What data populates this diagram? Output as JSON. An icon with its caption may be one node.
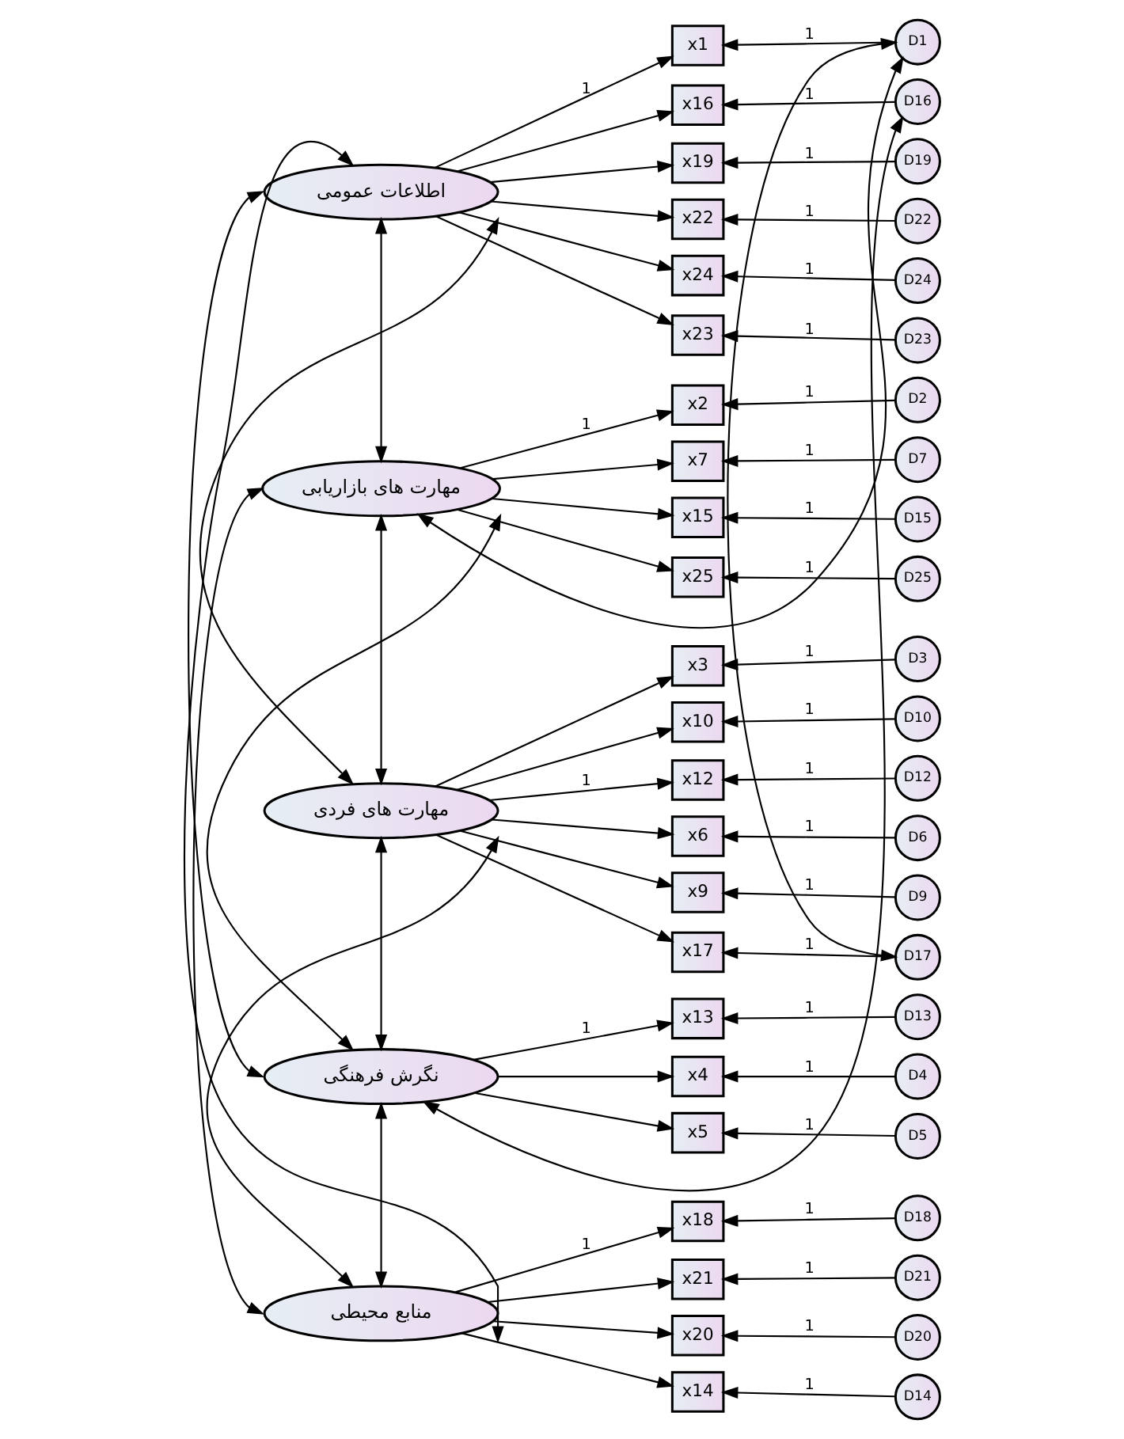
{
  "diagram": {
    "nodes": [
      {
        "text": [
          "اطلاعات عمومی"
        ]
      },
      {
        "text": [
          "مهارت های بازاریابی"
        ]
      },
      {
        "text": [
          "مهارت های فردی"
        ]
      },
      {
        "text": [
          "نگرش فرهنگی"
        ]
      },
      {
        "text": [
          "منابع محیطی"
        ]
      },
      {
        "text": [
          "x1"
        ]
      },
      {
        "text": [
          "x16"
        ]
      },
      {
        "text": [
          "x19"
        ]
      },
      {
        "text": [
          "x22"
        ]
      },
      {
        "text": [
          "x24"
        ]
      },
      {
        "text": [
          "x23"
        ]
      },
      {
        "text": [
          "x2"
        ]
      },
      {
        "text": [
          "x7"
        ]
      },
      {
        "text": [
          "x15"
        ]
      },
      {
        "text": [
          "x25"
        ]
      },
      {
        "text": [
          "x3"
        ]
      },
      {
        "text": [
          "x10"
        ]
      },
      {
        "text": [
          "x12"
        ]
      },
      {
        "text": [
          "x6"
        ]
      },
      {
        "text": [
          "x9"
        ]
      },
      {
        "text": [
          "x17"
        ]
      },
      {
        "text": [
          "x13"
        ]
      },
      {
        "text": [
          "x4"
        ]
      },
      {
        "text": [
          "x5"
        ]
      },
      {
        "text": [
          "x18"
        ]
      },
      {
        "text": [
          "x21"
        ]
      },
      {
        "text": [
          "x20"
        ]
      },
      {
        "text": [
          "x14"
        ]
      },
      {
        "text": [
          "D1"
        ]
      },
      {
        "text": [
          "D16"
        ]
      },
      {
        "text": [
          "D19"
        ]
      },
      {
        "text": [
          "D22"
        ]
      },
      {
        "text": [
          "D24"
        ]
      },
      {
        "text": [
          "D23"
        ]
      },
      {
        "text": [
          "D2"
        ]
      },
      {
        "text": [
          "D7"
        ]
      },
      {
        "text": [
          "D15"
        ]
      },
      {
        "text": [
          "D25"
        ]
      },
      {
        "text": [
          "D3"
        ]
      },
      {
        "text": [
          "D10"
        ]
      },
      {
        "text": [
          "D12"
        ]
      },
      {
        "text": [
          "D6"
        ]
      },
      {
        "text": [
          "D9"
        ]
      },
      {
        "text": [
          "D17"
        ]
      },
      {
        "text": [
          "D13"
        ]
      },
      {
        "text": [
          "D4"
        ]
      },
      {
        "text": [
          "D5"
        ]
      },
      {
        "text": [
          "D18"
        ]
      },
      {
        "text": [
          "D21"
        ]
      },
      {
        "text": [
          "D20"
        ]
      },
      {
        "text": [
          "D14"
        ]
      }
    ],
    "edges": [
      {
        "from": 0,
        "to": 5,
        "arrow": "to",
        "label": "1"
      },
      {
        "from": 0,
        "to": 6,
        "arrow": "to"
      },
      {
        "from": 0,
        "to": 7,
        "arrow": "to"
      },
      {
        "from": 0,
        "to": 8,
        "arrow": "to"
      },
      {
        "from": 0,
        "to": 9,
        "arrow": "to"
      },
      {
        "from": 0,
        "to": 10,
        "arrow": "to"
      },
      {
        "from": 1,
        "to": 11,
        "arrow": "to",
        "label": "1"
      },
      {
        "from": 1,
        "to": 12,
        "arrow": "to"
      },
      {
        "from": 1,
        "to": 13,
        "arrow": "to"
      },
      {
        "from": 1,
        "to": 14,
        "arrow": "to"
      },
      {
        "from": 2,
        "to": 15,
        "arrow": "to"
      },
      {
        "from": 2,
        "to": 16,
        "arrow": "to"
      },
      {
        "from": 2,
        "to": 17,
        "arrow": "to",
        "label": "1"
      },
      {
        "from": 2,
        "to": 18,
        "arrow": "to"
      },
      {
        "from": 2,
        "to": 19,
        "arrow": "to"
      },
      {
        "from": 2,
        "to": 20,
        "arrow": "to"
      },
      {
        "from": 3,
        "to": 21,
        "arrow": "to",
        "label": "1"
      },
      {
        "from": 3,
        "to": 22,
        "arrow": "to"
      },
      {
        "from": 3,
        "to": 23,
        "arrow": "to"
      },
      {
        "from": 4,
        "to": 24,
        "arrow": "to",
        "label": "1"
      },
      {
        "from": 4,
        "to": 25,
        "arrow": "to"
      },
      {
        "from": 4,
        "to": 26,
        "arrow": "to"
      },
      {
        "from": 4,
        "to": 27,
        "arrow": "to"
      },
      {
        "from": 28,
        "to": 5,
        "arrow": "to",
        "label": "1"
      },
      {
        "from": 29,
        "to": 6,
        "arrow": "to",
        "label": "1"
      },
      {
        "from": 30,
        "to": 7,
        "arrow": "to",
        "label": "1"
      },
      {
        "from": 31,
        "to": 8,
        "arrow": "to",
        "label": "1"
      },
      {
        "from": 32,
        "to": 9,
        "arrow": "to",
        "label": "1"
      },
      {
        "from": 33,
        "to": 10,
        "arrow": "to",
        "label": "1"
      },
      {
        "from": 34,
        "to": 11,
        "arrow": "to",
        "label": "1"
      },
      {
        "from": 35,
        "to": 12,
        "arrow": "to",
        "label": "1"
      },
      {
        "from": 36,
        "to": 13,
        "arrow": "to",
        "label": "1"
      },
      {
        "from": 37,
        "to": 14,
        "arrow": "to",
        "label": "1"
      },
      {
        "from": 38,
        "to": 15,
        "arrow": "to",
        "label": "1"
      },
      {
        "from": 39,
        "to": 16,
        "arrow": "to",
        "label": "1"
      },
      {
        "from": 40,
        "to": 17,
        "arrow": "to",
        "label": "1"
      },
      {
        "from": 41,
        "to": 18,
        "arrow": "to",
        "label": "1"
      },
      {
        "from": 42,
        "to": 19,
        "arrow": "to",
        "label": "1"
      },
      {
        "from": 43,
        "to": 20,
        "arrow": "to",
        "label": "1"
      },
      {
        "from": 44,
        "to": 21,
        "arrow": "to",
        "label": "1"
      },
      {
        "from": 45,
        "to": 22,
        "arrow": "to",
        "label": "1"
      },
      {
        "from": 46,
        "to": 23,
        "arrow": "to",
        "label": "1"
      },
      {
        "from": 47,
        "to": 24,
        "arrow": "to",
        "label": "1"
      },
      {
        "from": 48,
        "to": 25,
        "arrow": "to",
        "label": "1"
      },
      {
        "from": 49,
        "to": 26,
        "arrow": "to",
        "label": "1"
      },
      {
        "from": 50,
        "to": 27,
        "arrow": "to",
        "label": "1"
      },
      {
        "from": 0,
        "to": 1,
        "arrow": "both"
      },
      {
        "from": 0,
        "to": 2,
        "arrow": "both"
      },
      {
        "from": 0,
        "to": 3,
        "arrow": "both"
      },
      {
        "from": 0,
        "to": 4,
        "arrow": "both"
      },
      {
        "from": 1,
        "to": 2,
        "arrow": "both"
      },
      {
        "from": 1,
        "to": 3,
        "arrow": "both"
      },
      {
        "from": 1,
        "to": 4,
        "arrow": "both"
      },
      {
        "from": 2,
        "to": 3,
        "arrow": "both"
      },
      {
        "from": 2,
        "to": 4,
        "arrow": "both"
      },
      {
        "from": 3,
        "to": 4,
        "arrow": "both"
      },
      {
        "from": 28,
        "to": 1,
        "arrow": "both"
      },
      {
        "from": 3,
        "to": 29,
        "arrow": "both"
      },
      {
        "from": 28,
        "to": 43,
        "arrow": "both"
      }
    ]
  }
}
